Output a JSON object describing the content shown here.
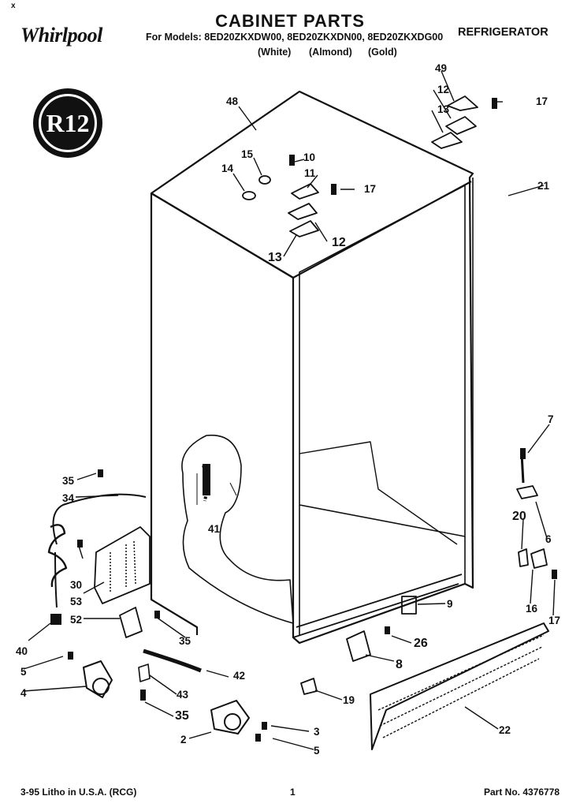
{
  "header": {
    "brand": "Whirlpool",
    "title": "CABINET PARTS",
    "models": "For Models: 8ED20ZKXDW00, 8ED20ZKXDN00, 8ED20ZKXDG00",
    "colors": [
      "(White)",
      "(Almond)",
      "(Gold)"
    ],
    "category": "REFRIGERATOR",
    "corner_mark": "x"
  },
  "seal_text": "R12",
  "callouts": [
    {
      "id": "48",
      "text": "48"
    },
    {
      "id": "49",
      "text": "49"
    },
    {
      "id": "12a",
      "text": "12"
    },
    {
      "id": "17a",
      "text": "17"
    },
    {
      "id": "13a",
      "text": "13"
    },
    {
      "id": "15",
      "text": "15"
    },
    {
      "id": "10",
      "text": "10"
    },
    {
      "id": "14",
      "text": "14"
    },
    {
      "id": "11",
      "text": "11"
    },
    {
      "id": "17b",
      "text": "17"
    },
    {
      "id": "21",
      "text": "21"
    },
    {
      "id": "12b",
      "text": "12"
    },
    {
      "id": "13b",
      "text": "13"
    },
    {
      "id": "7",
      "text": "7"
    },
    {
      "id": "35a",
      "text": "35"
    },
    {
      "id": "34",
      "text": "34"
    },
    {
      "id": "20",
      "text": "20"
    },
    {
      "id": "6",
      "text": "6"
    },
    {
      "id": "41",
      "text": "41"
    },
    {
      "id": "30",
      "text": "30"
    },
    {
      "id": "53",
      "text": "53"
    },
    {
      "id": "9",
      "text": "9"
    },
    {
      "id": "16",
      "text": "16"
    },
    {
      "id": "17c",
      "text": "17"
    },
    {
      "id": "52",
      "text": "52"
    },
    {
      "id": "35b",
      "text": "35"
    },
    {
      "id": "40",
      "text": "40"
    },
    {
      "id": "26",
      "text": "26"
    },
    {
      "id": "8",
      "text": "8"
    },
    {
      "id": "5a",
      "text": "5"
    },
    {
      "id": "42",
      "text": "42"
    },
    {
      "id": "4",
      "text": "4"
    },
    {
      "id": "43",
      "text": "43"
    },
    {
      "id": "19",
      "text": "19"
    },
    {
      "id": "35c",
      "text": "35"
    },
    {
      "id": "22",
      "text": "22"
    },
    {
      "id": "3",
      "text": "3"
    },
    {
      "id": "2",
      "text": "2"
    },
    {
      "id": "5b",
      "text": "5"
    }
  ],
  "footer": {
    "litho": "3-95 Litho in U.S.A. (RCG)",
    "page": "1",
    "part_no": "Part No. 4376778"
  }
}
